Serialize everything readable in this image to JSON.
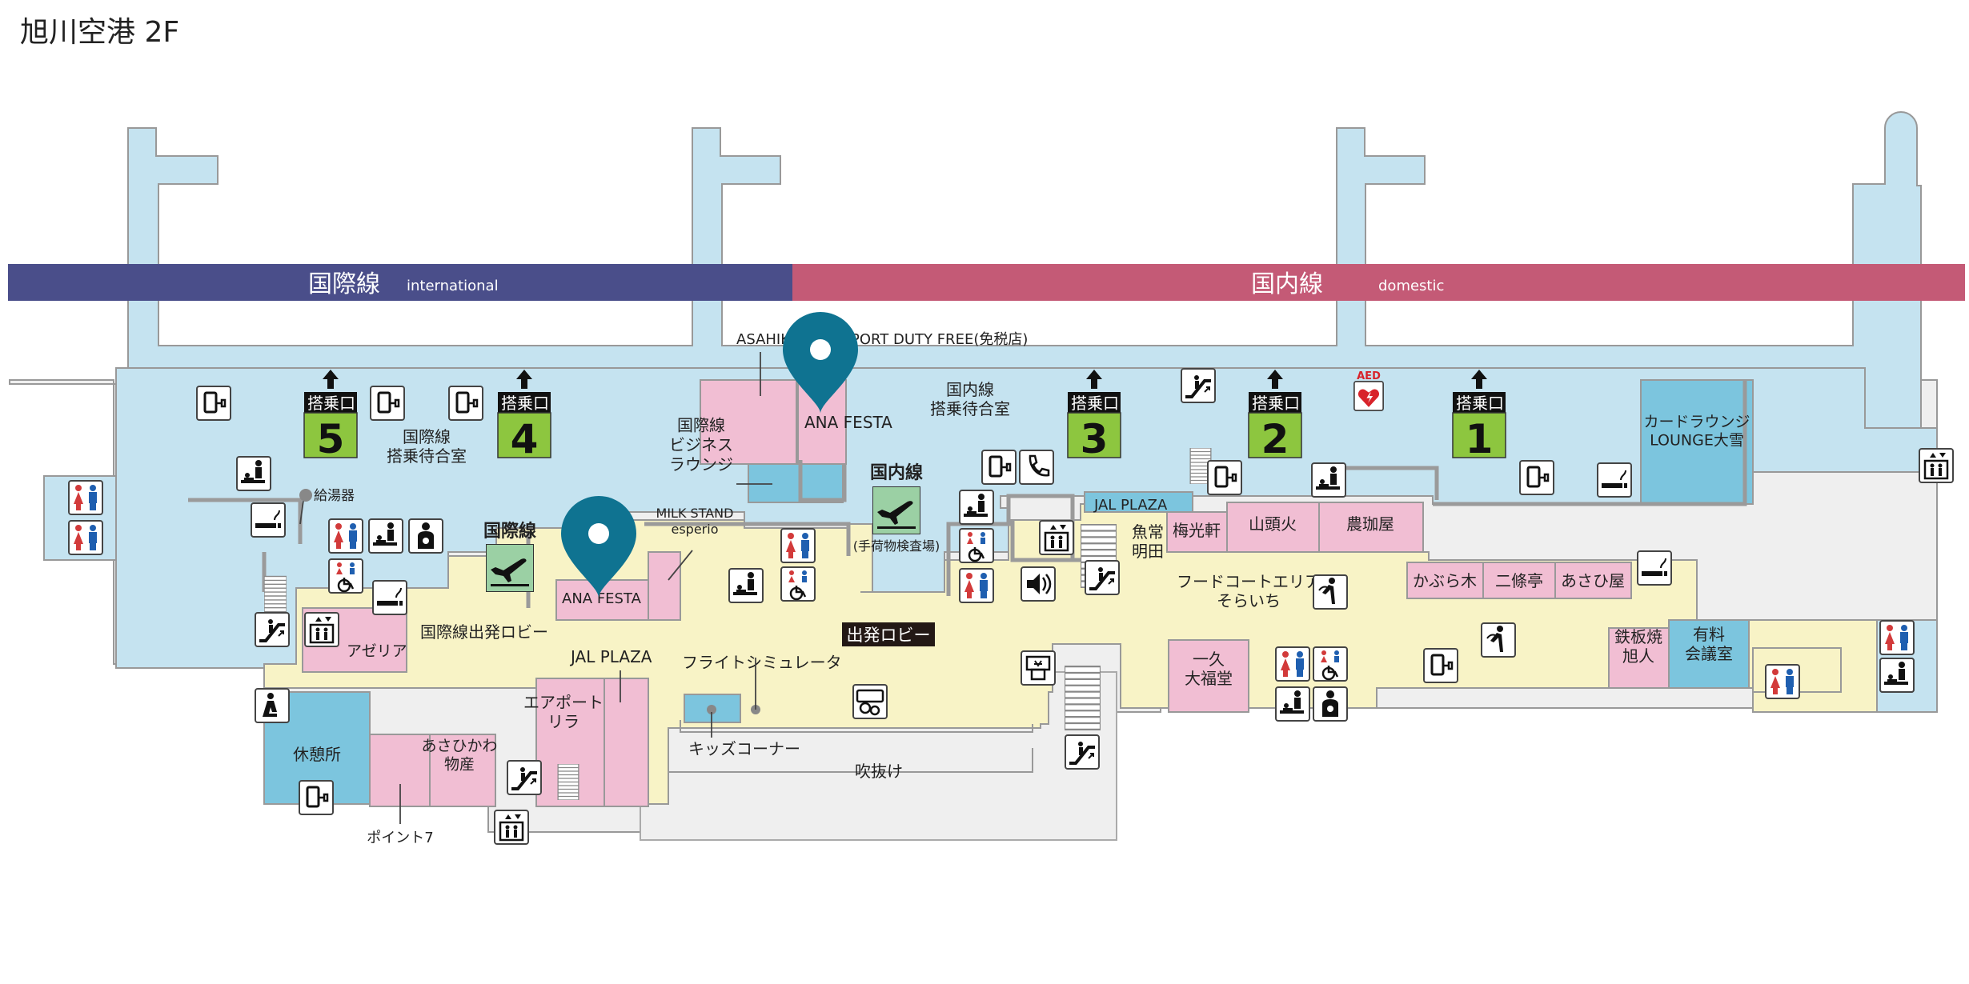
{
  "title": "旭川空港 2F",
  "colors": {
    "gate_waiting": "#c5e3f0",
    "lounge": "#7cc5de",
    "shop": "#f1bed3",
    "public": "#f8f3c6",
    "service": "#efefef",
    "international_band": "#4a4e8a",
    "domestic_band": "#c45a76",
    "gate_box": "#8dc63f",
    "pin": "#0f7391"
  },
  "bands": {
    "international": {
      "name": "国際線",
      "en": "international"
    },
    "domestic": {
      "name": "国内線",
      "en": "domestic"
    }
  },
  "gates": {
    "label": "搭乗口",
    "numbers": [
      "5",
      "4",
      "3",
      "2",
      "1"
    ]
  },
  "areas": {
    "intl_waiting": "国際線\n搭乗待合室",
    "dom_waiting": "国内線\n搭乗待合室",
    "intl_business_lounge": "国際線\nビジネス\nラウンジ",
    "card_lounge": "カードラウンジ\nLOUNGE大雪",
    "hot_water": "給湯器",
    "intl_departure_lobby": "国際線出発ロビー",
    "departure_lobby": "出発ロビー",
    "intl_checkin_label": "国際線",
    "dom_checkin_label": "国内線",
    "dom_baggage": "(手荷物検査場)",
    "food_court": "フードコートエリア\nそらいち",
    "flight_sim": "フライトシミュレータ",
    "kids_corner": "キッズコーナー",
    "atrium": "吹抜け",
    "rest_area": "休憩所",
    "point7": "ポイント7",
    "meeting_room": "有料\n会議室"
  },
  "shops": {
    "duty_free": "ASAHIKAWA AIRPORT DUTY FREE(免税店)",
    "ana_festa_1": "ANA FESTA",
    "ana_festa_2": "ANA FESTA",
    "milk_stand": "MILK STAND\nesperio",
    "azalea": "アゼリア",
    "jal_plaza_1": "JAL PLAZA",
    "jal_plaza_2": "JAL PLAZA",
    "airport_lila": "エアポート\nリラ",
    "asahikawa_bussan": "あさひかわ\n物産",
    "uojo_myoden": "魚常\n明田",
    "baikoken": "梅光軒",
    "santouka": "山頭火",
    "noukoya": "農珈屋",
    "kaburagi": "かぶら木",
    "nijoutei": "二條亭",
    "asahiya": "あさひ屋",
    "ikkyu": "一久\n大福堂",
    "teppanyaki": "鉄板焼\n旭人"
  },
  "icons": {
    "aed_text": "AED",
    "list": [
      "charging-icon",
      "restroom-icon",
      "accessible-icon",
      "elevator-icon",
      "escalator-icon",
      "smoking-icon",
      "baby-care-icon",
      "nursing-room-icon",
      "prayer-room-icon",
      "drinking-fountain-icon",
      "phone-icon",
      "atm-icon",
      "currency-exchange-icon",
      "audio-guide-icon",
      "aed-icon"
    ]
  }
}
